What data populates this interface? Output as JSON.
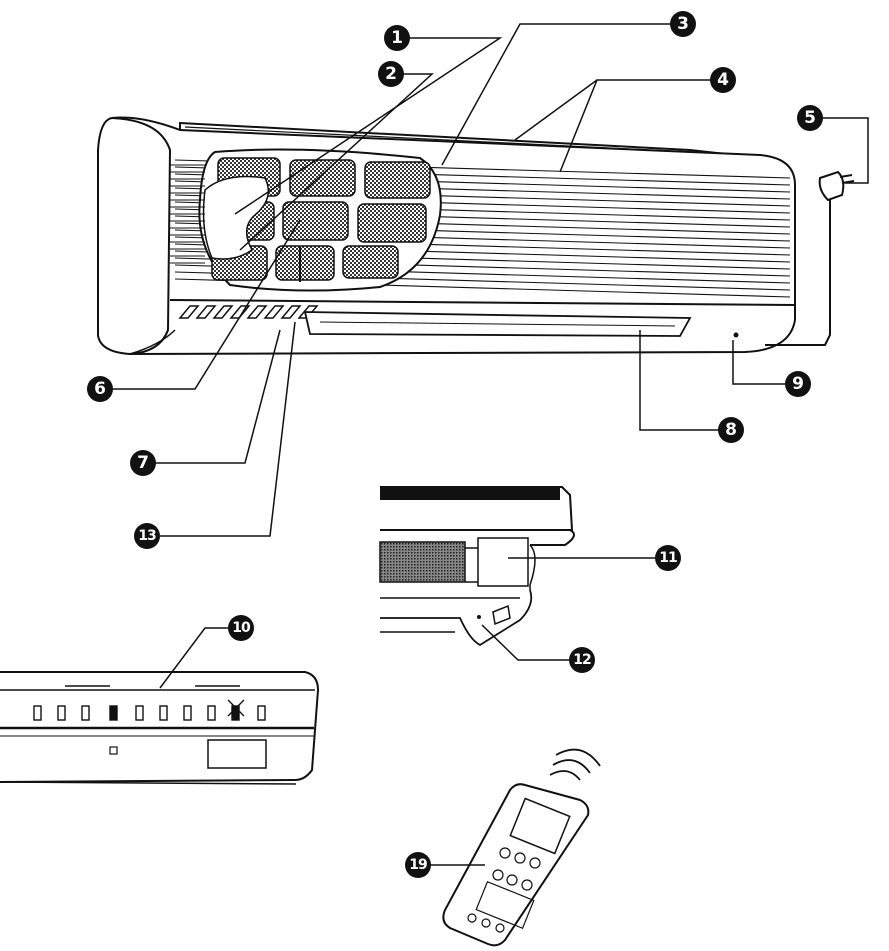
{
  "callouts": [
    "1",
    "2",
    "3",
    "4",
    "5",
    "6",
    "7",
    "8",
    "9",
    "10",
    "11",
    "12",
    "13",
    "19"
  ],
  "colors": {
    "ink": "#111111",
    "paper": "#ffffff",
    "mesh": "#444444"
  }
}
